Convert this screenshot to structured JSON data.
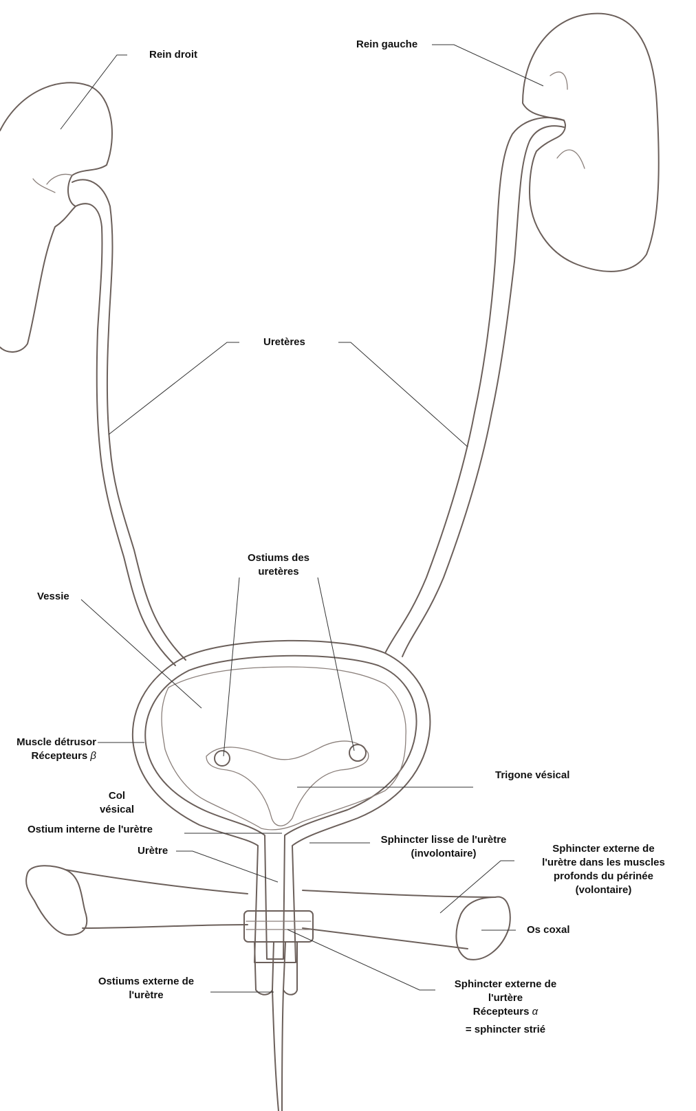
{
  "labels": {
    "rein_droit": "Rein droit",
    "rein_gauche": "Rein gauche",
    "ureteres": "Uretères",
    "ostiums_ureteres_1": "Ostiums des",
    "ostiums_ureteres_2": "uretères",
    "vessie": "Vessie",
    "muscle_detrusor": "Muscle détrusor",
    "recepteurs_beta": "Récepteurs",
    "beta_symbol": "β",
    "trigone": "Trigone vésical",
    "col_1": "Col",
    "col_2": "vésical",
    "ostium_interne": "Ostium interne de l'urètre",
    "uretre": "Urètre",
    "sphincter_lisse_1": "Sphincter lisse de l'urètre",
    "sphincter_lisse_2": "(involontaire)",
    "sphincter_ext_profond_1": "Sphincter externe de",
    "sphincter_ext_profond_2": "l'urètre dans les muscles",
    "sphincter_ext_profond_3": "profonds du périnée",
    "sphincter_ext_profond_4": "(volontaire)",
    "os_coxal": "Os coxal",
    "ostiums_externe_1": "Ostiums externe de",
    "ostiums_externe_2": "l'urètre",
    "sphincter_ext_1": "Sphincter externe de",
    "sphincter_ext_2": "l'urtère",
    "recepteurs_alpha": "Récepteurs",
    "alpha_symbol": "α",
    "sphincter_strie": "= sphincter strié"
  }
}
